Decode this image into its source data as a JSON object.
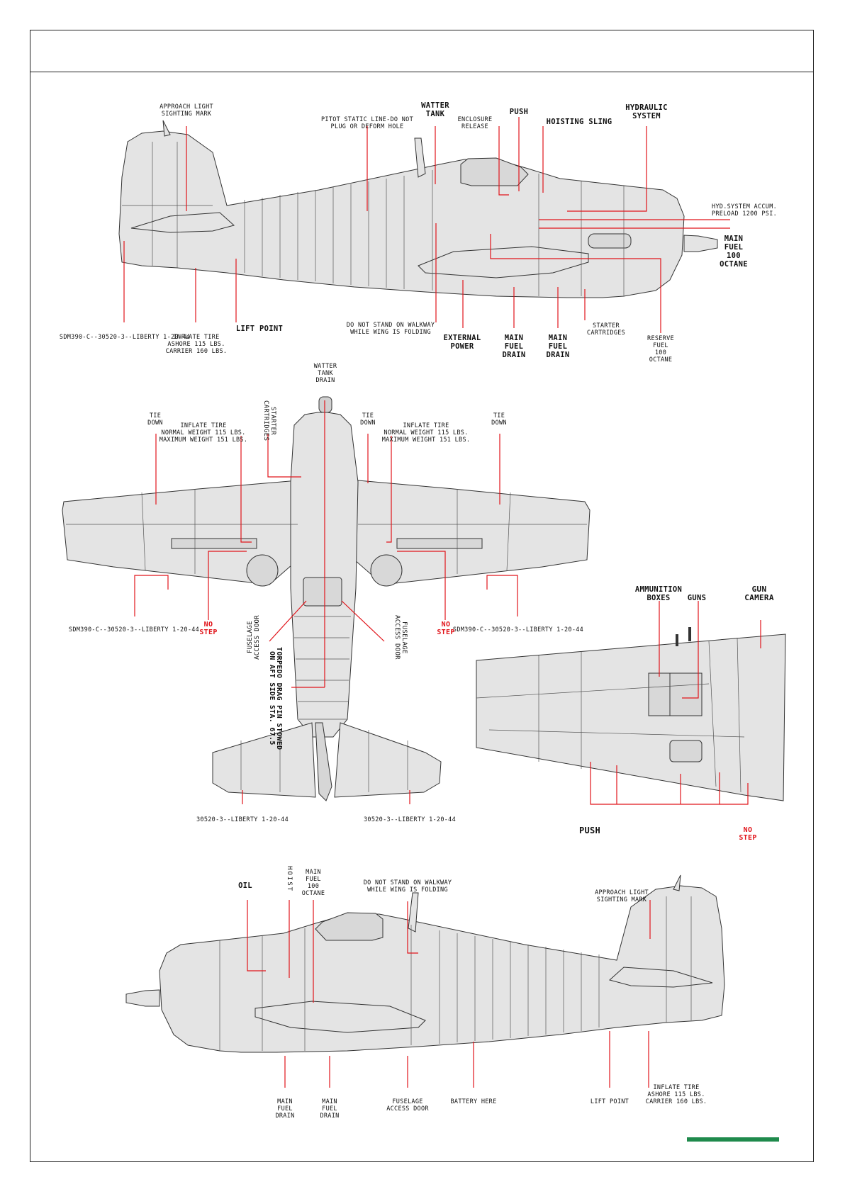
{
  "colors": {
    "leader": "#e1141a",
    "outline": "#333333",
    "fill": "#e4e4e4",
    "accent_bar": "#1f8a4c"
  },
  "side_view_right": {
    "approach_light": "APPROACH LIGHT\nSIGHTING MARK",
    "pitot": "PITOT STATIC LINE-DO NOT\nPLUG OR DEFORM HOLE",
    "watter_tank": "WATTER\nTANK",
    "enclosure_release": "ENCLOSURE\nRELEASE",
    "push": "PUSH",
    "hoisting_sling": "HOISTING SLING",
    "hydraulic_system": "HYDRAULIC\nSYSTEM",
    "hyd_accum": "HYD.SYSTEM ACCUM.\nPRELOAD 1200 PSI.",
    "main_fuel_100": "MAIN\nFUEL\n100\nOCTANE",
    "sdm_serial": "SDM390-C--30520-3--LIBERTY 1-20-44",
    "inflate_tire": "INFLATE TIRE\nASHORE 115 LBS.\nCARRIER 160 LBS.",
    "lift_point": "LIFT POINT",
    "walkway": "DO NOT STAND ON WALKWAY\nWHILE WING IS FOLDING",
    "external_power": "EXTERNAL\nPOWER",
    "main_fuel_drain_1": "MAIN\nFUEL\nDRAIN",
    "main_fuel_drain_2": "MAIN\nFUEL\nDRAIN",
    "starter_cartridges": "STARTER\nCARTRIDGES",
    "reserve_fuel": "RESERVE\nFUEL\n100\nOCTANE"
  },
  "top_view": {
    "watter_tank_drain": "WATTER\nTANK\nDRAIN",
    "starter_cartridges": "STARTER\nCARTRIDGES",
    "tie_down_left": "TIE\nDOWN",
    "tie_down_center": "TIE\nDOWN",
    "tie_down_right": "TIE\nDOWN",
    "inflate_tire_left": "INFLATE TIRE\nNORMAL WEIGHT 115 LBS.\nMAXIMUM WEIGHT 151 LBS.",
    "inflate_tire_right": "INFLATE TIRE\nNORMAL WEIGHT 115 LBS.\nMAXIMUM WEIGHT 151 LBS.",
    "sdm_left": "SDM390-C--30520-3--LIBERTY 1-20-44",
    "sdm_right": "SDM390-C--30520-3--LIBERTY 1-20-44",
    "no_step_left": "NO\nSTEP",
    "no_step_right": "NO\nSTEP",
    "fuselage_access_left": "FUSELAGE\nACCESS DOOR",
    "fuselage_access_right": "FUSELAGE\nACCESS DOOR",
    "torpedo": "TORPEDO DRAG PIN STOWED\nON AFT SIDE STA. 67.5",
    "tail_left": "30520-3--LIBERTY 1-20-44",
    "tail_right": "30520-3--LIBERTY 1-20-44"
  },
  "wing_detail": {
    "ammunition_boxes": "AMMUNITION\nBOXES",
    "guns": "GUNS",
    "gun_camera": "GUN\nCAMERA",
    "push": "PUSH",
    "no_step": "NO\nSTEP"
  },
  "side_view_left": {
    "oil": "OIL",
    "hoist": "HOIST",
    "main_fuel_100": "MAIN\nFUEL\n100\nOCTANE",
    "walkway": "DO NOT STAND ON WALKWAY\nWHILE WING IS FOLDING",
    "approach_light": "APPROACH LIGHT\nSIGHTING MARK",
    "main_fuel_drain_1": "MAIN\nFUEL\nDRAIN",
    "main_fuel_drain_2": "MAIN\nFUEL\nDRAIN",
    "fuselage_access": "FUSELAGE\nACCESS DOOR",
    "battery": "BATTERY HERE",
    "lift_point": "LIFT POINT",
    "inflate_tire": "INFLATE TIRE\nASHORE 115 LBS.\nCARRIER 160 LBS."
  }
}
